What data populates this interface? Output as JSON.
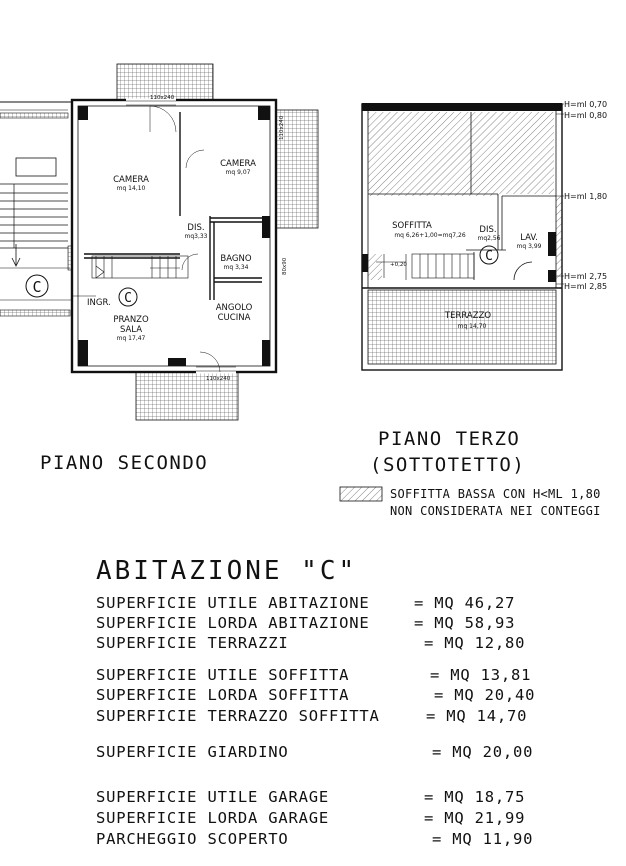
{
  "plans": {
    "second": {
      "title": "PIANO SECONDO",
      "rooms": [
        {
          "name": "CAMERA",
          "area": "mq 14,10"
        },
        {
          "name": "CAMERA",
          "area": "mq 9,07"
        },
        {
          "name": "DIS.",
          "area": "mq3,33"
        },
        {
          "name": "BAGNO",
          "area": "mq 3,34"
        },
        {
          "name": "ANGOLO",
          "area": ""
        },
        {
          "name": "CUCINA",
          "area": ""
        },
        {
          "name": "PRANZO",
          "area": ""
        },
        {
          "name": "SALA",
          "area": "mq 17,47"
        },
        {
          "name": "INGR.",
          "area": ""
        }
      ],
      "unit_marker": "C",
      "annotations": [
        "110x240",
        "110x240",
        "110x240",
        "80x90"
      ]
    },
    "third": {
      "title": "PIANO TERZO",
      "subtitle": "(SOTTOTETTO)",
      "rooms": [
        {
          "name": "SOFFITTA",
          "area": "mq 6,26+1,00=mq7,26"
        },
        {
          "name": "DIS.",
          "area": "mq2,56"
        },
        {
          "name": "LAV.",
          "area": "mq 3,99"
        },
        {
          "name": "TERRAZZO",
          "area": "mq 14,70"
        }
      ],
      "unit_marker": "C",
      "small_note": "+0,20",
      "heights": [
        "H=ml 0,70",
        "H=ml 0,80",
        "H=ml 1,80",
        "H=ml 2,75",
        "H=ml 2,85"
      ]
    },
    "left_unit_marker": "C"
  },
  "legend": {
    "line1": "SOFFITTA BASSA CON H<ML 1,80",
    "line2": "NON CONSIDERATA NEI CONTEGGI"
  },
  "summary": {
    "title": "ABITAZIONE \"C\"",
    "rows": [
      {
        "label": "SUPERFICIE UTILE ABITAZIONE",
        "value": "= MQ 46,27"
      },
      {
        "label": "SUPERFICIE LORDA ABITAZIONE",
        "value": "= MQ 58,93"
      },
      {
        "label": "SUPERFICIE TERRAZZI",
        "value": "= MQ 12,80"
      },
      {
        "label": "SUPERFICIE UTILE SOFFITTA",
        "value": "= MQ 13,81"
      },
      {
        "label": "SUPERFICIE LORDA SOFFITTA",
        "value": "= MQ 20,40"
      },
      {
        "label": "SUPERFICIE TERRAZZO SOFFITTA",
        "value": "= MQ 14,70"
      },
      {
        "label": "SUPERFICIE GIARDINO",
        "value": "= MQ 20,00"
      },
      {
        "label": "SUPERFICIE UTILE GARAGE",
        "value": "= MQ 18,75"
      },
      {
        "label": "SUPERFICIE LORDA GARAGE",
        "value": "= MQ 21,99"
      },
      {
        "label": "PARCHEGGIO SCOPERTO",
        "value": "= MQ 11,90"
      }
    ]
  }
}
